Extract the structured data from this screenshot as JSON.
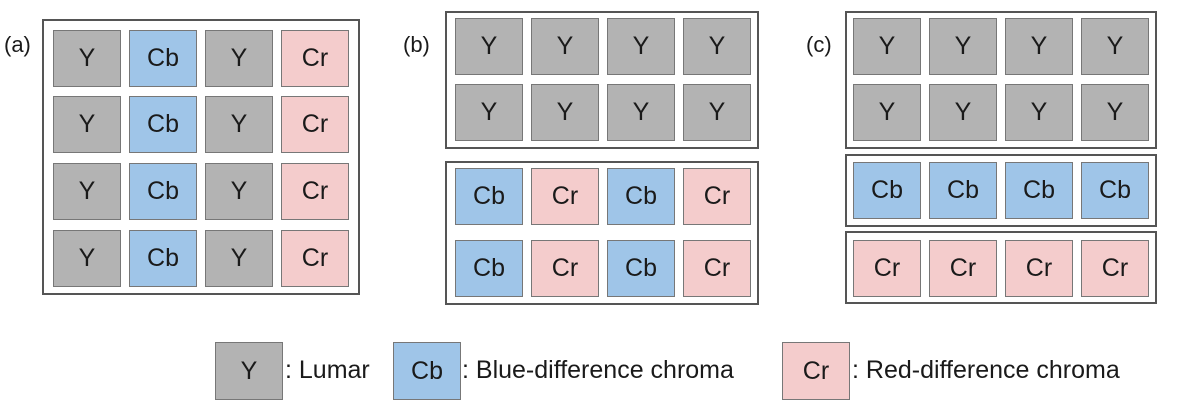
{
  "panels": {
    "a": {
      "label": "(a)",
      "rows": [
        [
          "Y",
          "Cb",
          "Y",
          "Cr"
        ],
        [
          "Y",
          "Cb",
          "Y",
          "Cr"
        ],
        [
          "Y",
          "Cb",
          "Y",
          "Cr"
        ],
        [
          "Y",
          "Cb",
          "Y",
          "Cr"
        ]
      ]
    },
    "b": {
      "label": "(b)",
      "groups": [
        [
          [
            "Y",
            "Y",
            "Y",
            "Y"
          ],
          [
            "Y",
            "Y",
            "Y",
            "Y"
          ]
        ],
        [
          [
            "Cb",
            "Cr",
            "Cb",
            "Cr"
          ],
          [
            "Cb",
            "Cr",
            "Cb",
            "Cr"
          ]
        ]
      ]
    },
    "c": {
      "label": "(c)",
      "groups": [
        [
          [
            "Y",
            "Y",
            "Y",
            "Y"
          ],
          [
            "Y",
            "Y",
            "Y",
            "Y"
          ]
        ],
        [
          [
            "Cb",
            "Cb",
            "Cb",
            "Cb"
          ]
        ],
        [
          [
            "Cr",
            "Cr",
            "Cr",
            "Cr"
          ]
        ]
      ]
    }
  },
  "legend": {
    "y": {
      "swatch": "Y",
      "text": ": Lumar"
    },
    "cb": {
      "swatch": "Cb",
      "text": ": Blue-difference chroma"
    },
    "cr": {
      "swatch": "Cr",
      "text": ": Red-difference chroma"
    }
  },
  "colors": {
    "Y": "#b3b3b3",
    "Cb": "#9fc5e8",
    "Cr": "#f4cccc"
  }
}
